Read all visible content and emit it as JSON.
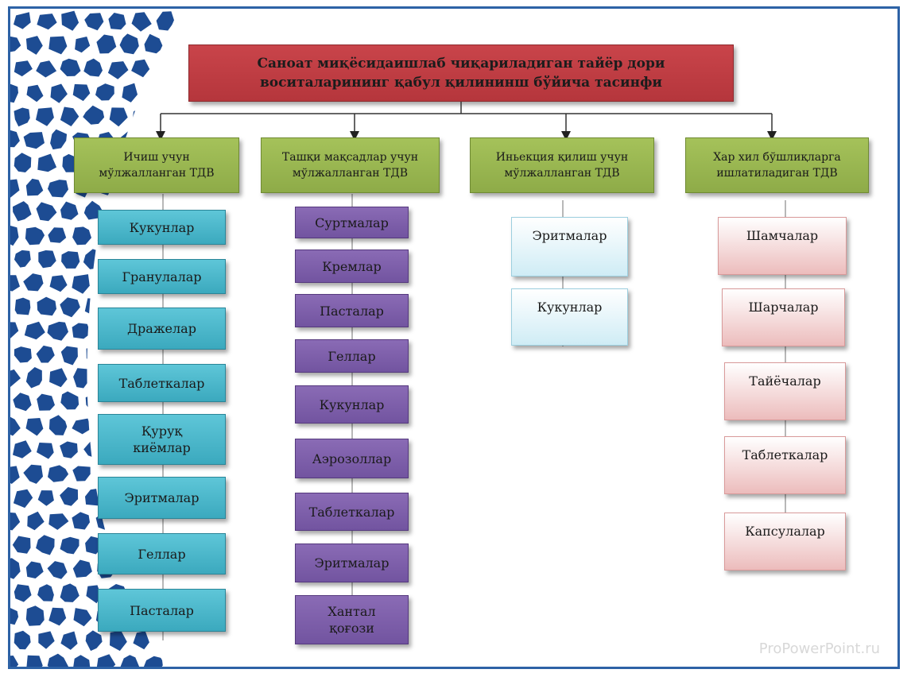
{
  "title": "Саноат миқёсидаишлаб чиқариладиган тайёр дори воситаларининг қабул қилининш бўйича тасинфи",
  "categories": [
    {
      "label": "Ичиш учун мўлжалланган ТДВ",
      "items": [
        "Кукунлар",
        "Гранулалар",
        "Дражелар",
        "Таблеткалар",
        "Қуруқ киёмлар",
        "Эритмалар",
        "Геллар",
        "Пасталар"
      ]
    },
    {
      "label": "Ташқи мақсадлар учун мўлжалланган ТДВ",
      "items": [
        "Суртмалар",
        "Кремлар",
        "Пасталар",
        "Геллар",
        "Кукунлар",
        "Аэрозоллар",
        "Таблеткалар",
        "Эритмалар",
        "Хантал қоғози"
      ]
    },
    {
      "label": "Иньекция қилиш учун мўлжалланган ТДВ",
      "items": [
        "Эритмалар",
        "Кукунлар"
      ]
    },
    {
      "label": "Хар хил бўшлиқларга ишлатиладиган ТДВ",
      "items": [
        "Шамчалар",
        "Шарчалар",
        "Тайёчалар",
        "Таблеткалар",
        "Капсулалар"
      ]
    }
  ],
  "watermark": "ProPowerPoint.ru",
  "colors": {
    "frame": "#2d62a6",
    "title_fill": "#c0393f",
    "category_fill": "#9bb955",
    "column1_fill": "#4bb8cc",
    "column2_fill": "#7f5fae",
    "column3_fill": "#e3f4f9",
    "column4_fill": "#f2cccc",
    "mosaic": "#1d4c93"
  }
}
